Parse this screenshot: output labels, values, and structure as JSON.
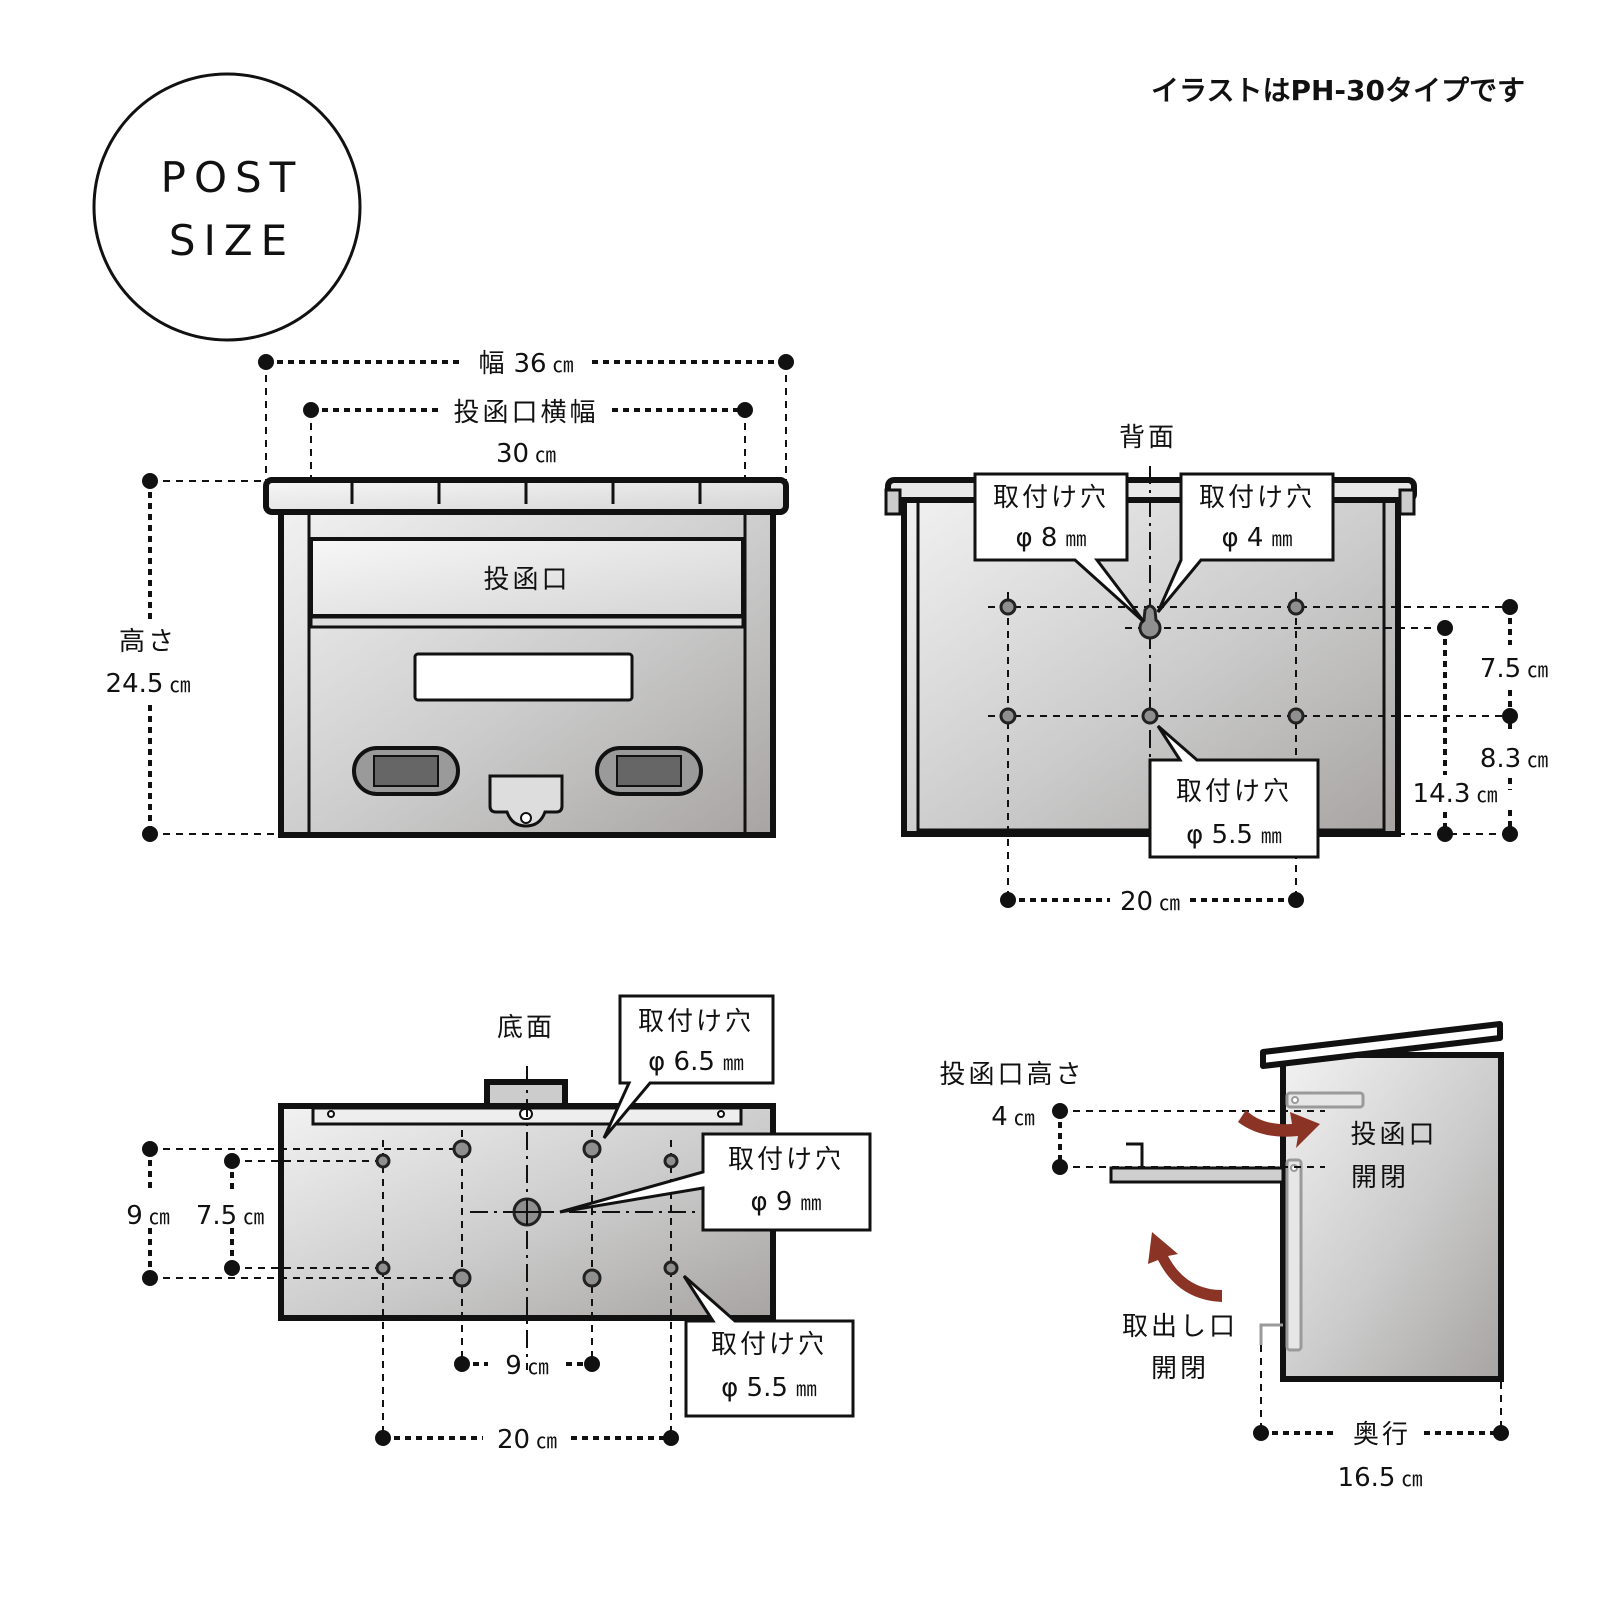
{
  "note": "イラストはPH-30タイプです",
  "badge": {
    "line1": "POST",
    "line2": "SIZE"
  },
  "front_view": {
    "width_label": "幅",
    "width_value": "36",
    "slot_width_label": "投函口横幅",
    "slot_width_value": "30",
    "height_label": "高さ",
    "height_value": "24.5",
    "slot_label": "投函口"
  },
  "back_view": {
    "title": "背面",
    "callouts": [
      {
        "label": "取付け穴",
        "value": "φ 8",
        "unit": "㎜"
      },
      {
        "label": "取付け穴",
        "value": "φ 4",
        "unit": "㎜"
      },
      {
        "label": "取付け穴",
        "value": "φ 5.5",
        "unit": "㎜"
      }
    ],
    "dims": {
      "upper_gap": "7.5",
      "lower_gap": "8.3",
      "keyhole_to_bottom": "14.3",
      "hole_spacing": "20"
    }
  },
  "bottom_view": {
    "title": "底面",
    "callouts": [
      {
        "label": "取付け穴",
        "value": "φ 6.5",
        "unit": "㎜"
      },
      {
        "label": "取付け穴",
        "value": "φ 9",
        "unit": "㎜"
      },
      {
        "label": "取付け穴",
        "value": "φ 5.5",
        "unit": "㎜"
      }
    ],
    "dims": {
      "outer_depth": "9",
      "inner_depth": "7.5",
      "inner_spacing": "9",
      "outer_spacing": "20"
    }
  },
  "side_view": {
    "slot_height_label": "投函口高さ",
    "slot_height_value": "4",
    "slot_open_line1": "投函口",
    "slot_open_line2": "開閉",
    "retrieve_line1": "取出し口",
    "retrieve_line2": "開閉",
    "depth_label": "奥行",
    "depth_value": "16.5"
  },
  "units": {
    "cm": "㎝"
  },
  "colors": {
    "arrow": "#8b3325",
    "body_light": "#efefef",
    "body_dark": "#a9a6a4"
  }
}
